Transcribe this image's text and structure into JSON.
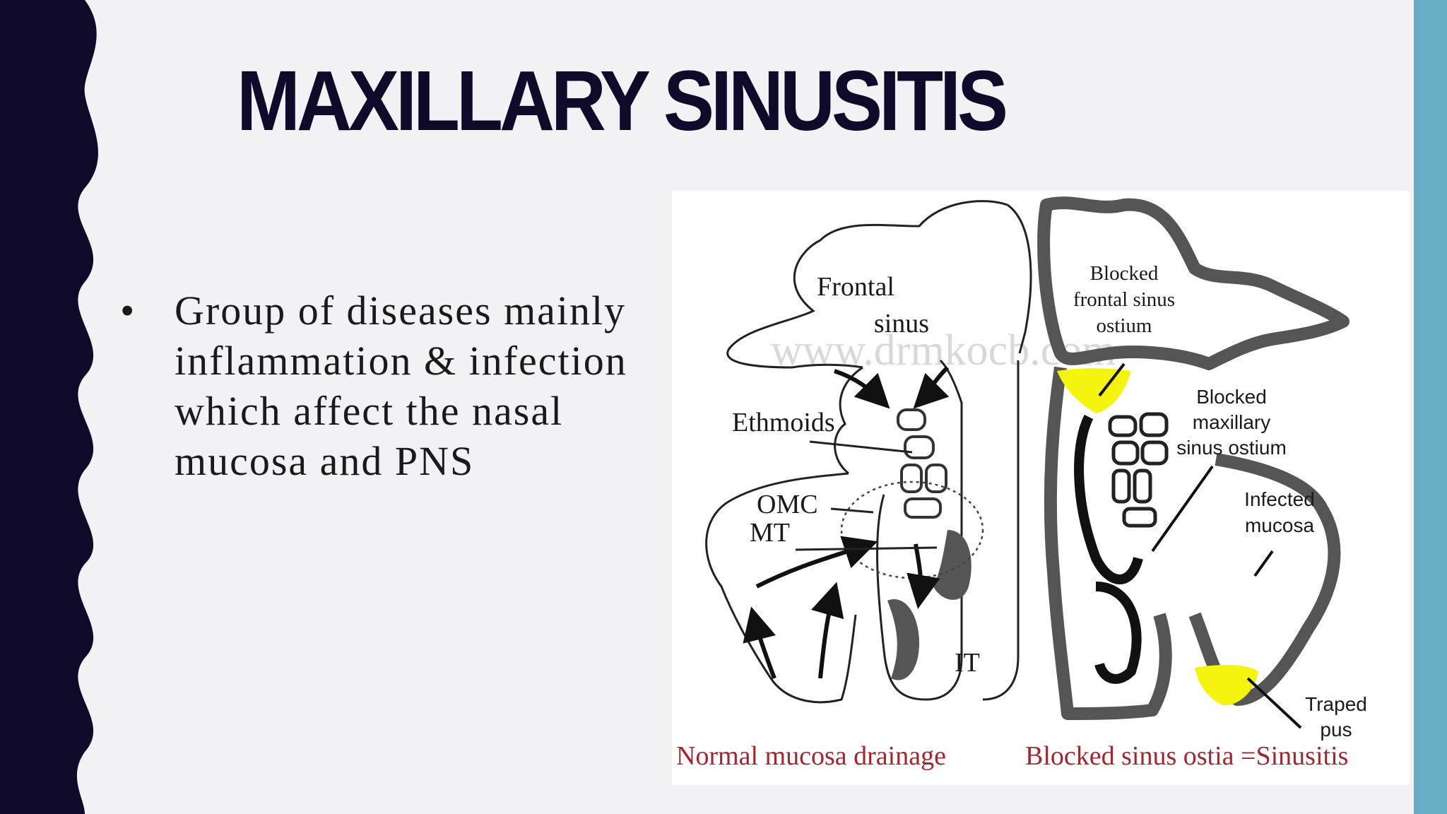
{
  "slide": {
    "title": "MAXILLARY SINUSITIS",
    "bullets": [
      {
        "marker": "•",
        "lines": [
          "Group of diseases  mainly",
          "inflammation & infection",
          "which affect  the nasal",
          "mucosa and   PNS"
        ]
      }
    ]
  },
  "diagram": {
    "watermark": "www.drmkocb.com",
    "normal_side": {
      "labels": {
        "frontal_line1": "Frontal",
        "frontal_line2": "sinus",
        "ethmoids": "Ethmoids",
        "omc": "OMC",
        "mt": "MT",
        "it": "IT"
      },
      "caption": "Normal mucosa drainage"
    },
    "blocked_side": {
      "labels": {
        "blocked_frontal_1": "Blocked",
        "blocked_frontal_2": "frontal sinus",
        "blocked_frontal_3": "ostium",
        "blocked_maxillary_1": "Blocked",
        "blocked_maxillary_2": "maxillary",
        "blocked_maxillary_3": "sinus ostium",
        "infected_1": "Infected",
        "infected_2": "mucosa",
        "trapped_1": "Traped",
        "trapped_2": "pus"
      },
      "caption": "Blocked sinus ostia =Sinusitis"
    }
  },
  "colors": {
    "left_band": "#0f0a2a",
    "right_band": "#68adc6",
    "slide_background": "#f2f2f4",
    "title": "#0f0a2a",
    "caption": "#a3262e",
    "pus": "#f4f40e",
    "mucosa": "#555555"
  }
}
